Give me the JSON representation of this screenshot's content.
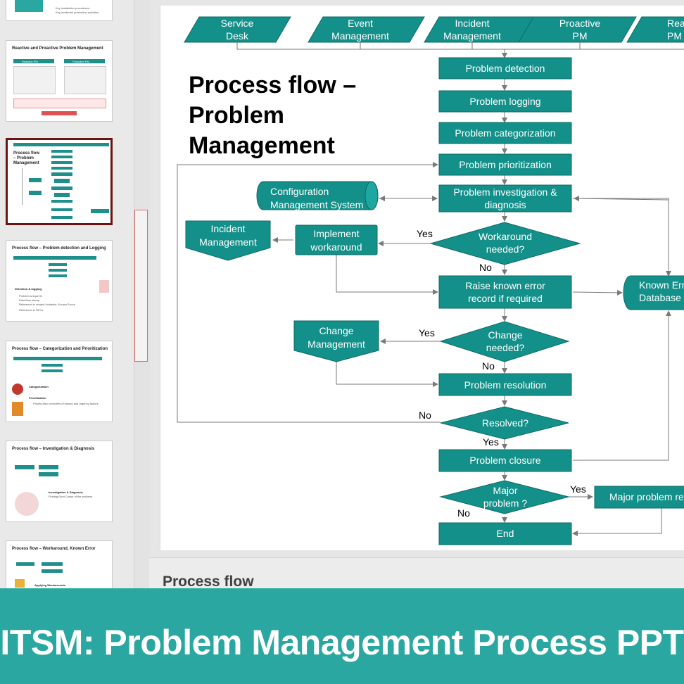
{
  "thumbnails": [
    {
      "title": "",
      "lines": [
        "Key installation procedures",
        "Key incidental prevention activities"
      ]
    },
    {
      "title": "Reactive and Proactive Problem Management",
      "lines": [
        "Reactive PM",
        "Proactive PM"
      ]
    },
    {
      "title": "Process flow – Problem Management",
      "lines": []
    },
    {
      "title": "Process flow – Problem detection and Logging",
      "lines": [
        "Detection & logging:",
        "Problem unique ID",
        "Date/time stamp",
        "Reference to related Incidents, Known Errors",
        "Reference to RFCs"
      ]
    },
    {
      "title": "Process flow – Categorization and Prioritization",
      "lines": [
        "Categorization",
        "Prioritization",
        "Priority also considers of impact and urgency factors"
      ]
    },
    {
      "title": "Process flow – Investigation & Diagnosis",
      "lines": [
        "Investigation & Diagnosis",
        "Finding Root Cause of the problem"
      ]
    },
    {
      "title": "Process flow – Workaround, Known Error",
      "lines": [
        "Applying Workarounds"
      ]
    }
  ],
  "slide": {
    "title": "Process flow – Problem Management",
    "sources": [
      "Service Desk",
      "Event Management",
      "Incident Management",
      "Proactive PM",
      "Reactive PM"
    ],
    "steps": {
      "detection": "Problem detection",
      "logging": "Problem logging",
      "categorization": "Problem categorization",
      "prioritization": "Problem prioritization",
      "investigation": "Problem investigation & diagnosis",
      "known_error": "Raise known error record if required",
      "resolution": "Problem resolution",
      "closure": "Problem closure",
      "end": "End",
      "major_review": "Major problem review"
    },
    "decisions": {
      "workaround": "Workaround needed?",
      "change": "Change needed?",
      "resolved": "Resolved?",
      "major": "Major problem ?"
    },
    "side": {
      "cms": "Configuration Management System",
      "incident_mgmt": "Incident Management",
      "implement_workaround": "Implement workaround",
      "change_mgmt": "Change Management",
      "known_error_db": "Known Error Database"
    },
    "edge_labels": {
      "yes": "Yes",
      "no": "No"
    }
  },
  "notes_label": "Process flow",
  "banner_title": "ITSM: Problem Management Process PPT",
  "colors": {
    "teal": "#14908a",
    "banner": "#2aa7a0",
    "selected_border": "#6b1414"
  }
}
